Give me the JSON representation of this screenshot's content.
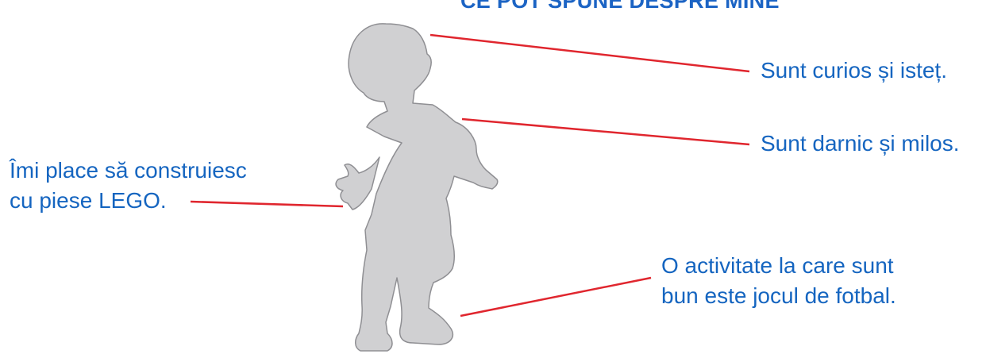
{
  "title": "CE POT SPUNE DESPRE MINE",
  "labels": {
    "curious": "Sunt curios și isteț.",
    "generous": "Sunt darnic și milos.",
    "lego_line1": "Îmi place să construiesc",
    "lego_line2": "cu piese LEGO.",
    "football_line1": "O activitate la care sunt",
    "football_line2": "bun este jocul de fotbal."
  },
  "colors": {
    "text": "#1565c0",
    "title": "#1c64c4",
    "connector": "#e0262e",
    "silhouette_fill": "#d0d0d2",
    "silhouette_outline": "#8f8f93"
  }
}
